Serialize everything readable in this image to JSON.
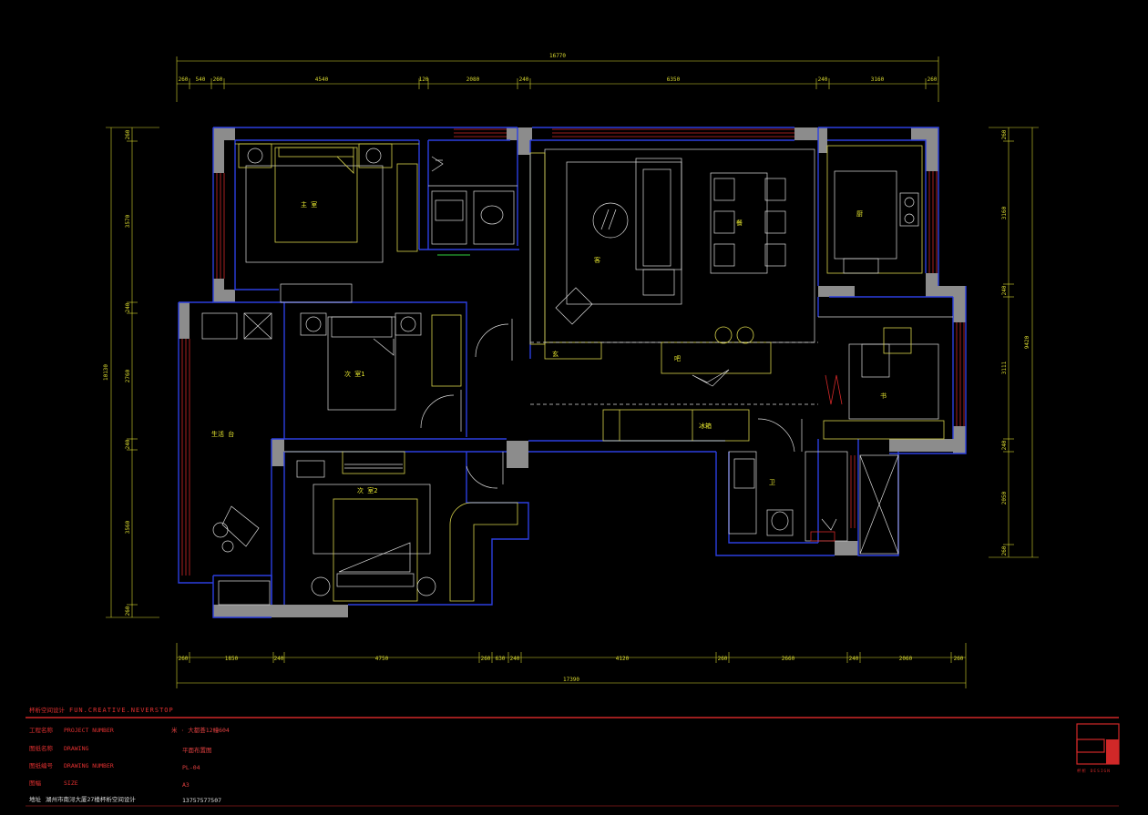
{
  "plan": {
    "title": "平面布置图",
    "overall_top": "16770",
    "overall_bottom": "17390",
    "overall_right": "9420",
    "overall_left": "10130",
    "top_dims": [
      "260",
      "540",
      "260",
      "4540",
      "120",
      "2080",
      "240",
      "6350",
      "240",
      "3160",
      "260"
    ],
    "bottom_dims": [
      "260",
      "1850",
      "240",
      "4750",
      "260",
      "630",
      "240",
      "4120",
      "260",
      "2660",
      "240",
      "2060",
      "260"
    ],
    "left_dims": [
      "260",
      "3570",
      "240",
      "2760",
      "240",
      "3560",
      "260"
    ],
    "right_dims": [
      "260",
      "3160",
      "240",
      "3111",
      "240",
      "2050",
      "260"
    ],
    "rooms": {
      "master": "主 室",
      "second": "次 室1",
      "third": "次 室2",
      "balcony": "生活 台",
      "kitchen": "厨",
      "living": "客",
      "dining": "餐",
      "island": "吧",
      "entry": "玄",
      "fridge": "冰箱",
      "bath": "卫",
      "study": "书"
    }
  },
  "title_block": {
    "slogan_cn": "杯析空间设计",
    "slogan_en": "FUN.CREATIVE.NEVERSTOP",
    "rows": [
      {
        "cn": "工程名称",
        "en": "PROJECT NUMBER",
        "value": "米 · 大都荟12幢604"
      },
      {
        "cn": "图纸名称",
        "en": "DRAWING",
        "value": "平面布置图"
      },
      {
        "cn": "图纸编号",
        "en": "DRAWING NUMBER",
        "value": "PL-04"
      },
      {
        "cn": "图幅",
        "en": "SIZE",
        "value": "A3"
      }
    ],
    "address_label": "地址",
    "address": "湖州市南浔大厦27楼杯析空间设计",
    "phone": "13757577507",
    "logo_text": "杯析 DESIGN"
  },
  "colors": {
    "wall": "#8c8c8c",
    "outline": "#2c3fe0",
    "furniture": "#d6d24a",
    "dimension": "#d8d830",
    "title": "#d02828"
  }
}
